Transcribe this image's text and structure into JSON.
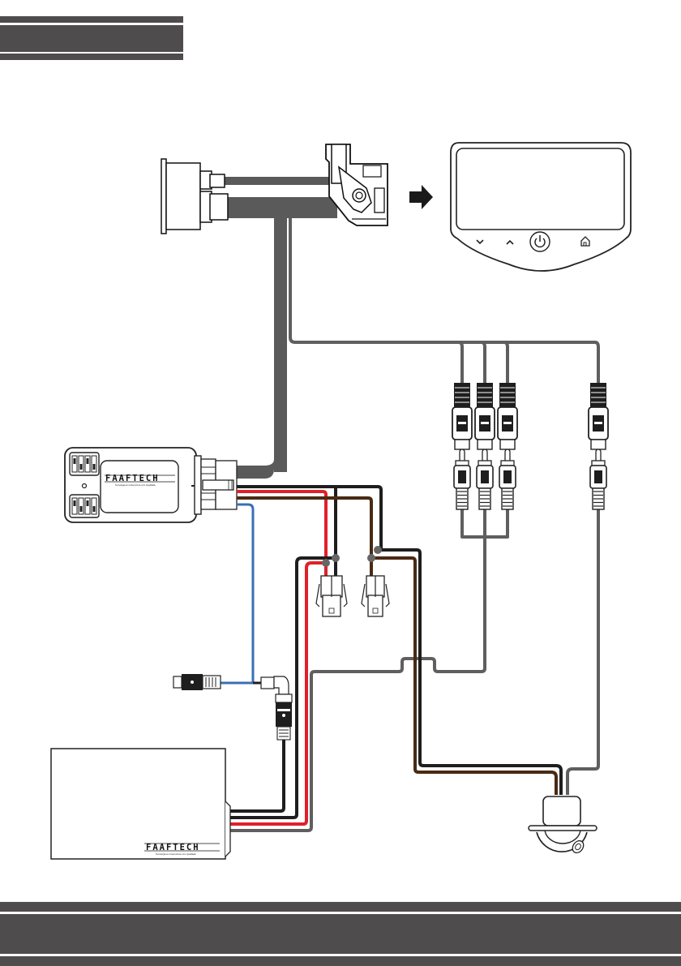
{
  "page": {
    "header_band_color": "#4e4c4d",
    "footer_band_color": "#4e4c4d"
  },
  "components": {
    "interface_module": {
      "brand": "FAAFTECH",
      "tagline": "Tecnologia em Automotivos com Qualidade",
      "dip_switch_banks": 2,
      "switches_per_bank": 4
    },
    "video_module": {
      "brand": "FAAFTECH",
      "tagline": "Tecnologia em Automotivos com Qualidade"
    },
    "display": {
      "buttons": [
        "chevron-down",
        "chevron-up",
        "power",
        "home"
      ]
    },
    "rca_plugs_left_group": 3,
    "rca_plugs_right_group": 1,
    "power_connectors": 2
  },
  "wires": {
    "gray": "#5f5f5f",
    "harness_gray": "#5a5a5a",
    "black": "#1e1e1e",
    "red": "#e0202a",
    "brown": "#4a2a14",
    "blue": "#3a6fb5",
    "junction": "#666666"
  }
}
